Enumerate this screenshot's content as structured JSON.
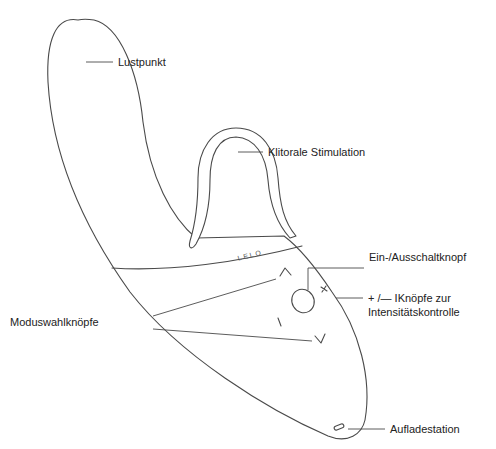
{
  "diagram": {
    "labels": [
      "Lustpunkt",
      "Klitorale Stimulation",
      "Ein-/Ausschaltknopf",
      "+ /— IKnöpfe zur Intensitätskontrolle",
      "Moduswahlknöpfe",
      "Aufladestation",
      "LELO"
    ]
  }
}
